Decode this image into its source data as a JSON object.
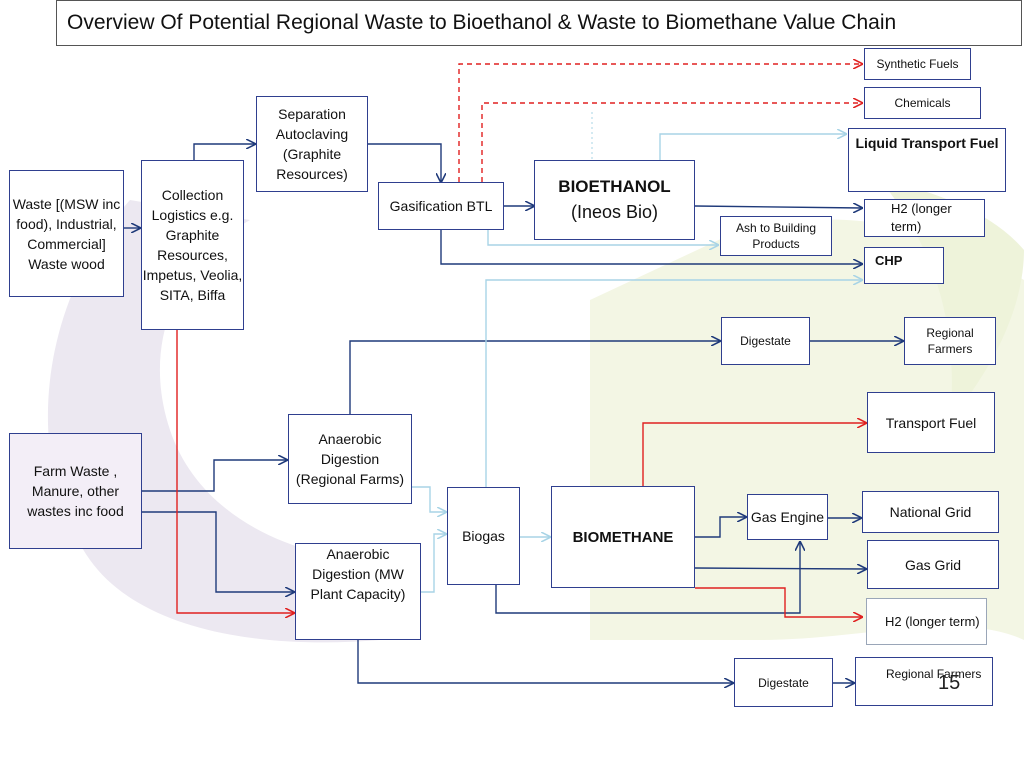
{
  "title": "Overview Of Potential Regional Waste to Bioethanol & Waste to Biomethane Value Chain",
  "nodes": {
    "waste": "Waste [(MSW inc food), Industrial, Commercial] Waste wood",
    "collection": "Collection Logistics e.g. Graphite Resources, Impetus, Veolia, SITA, Biffa",
    "separation": "Separation Autoclaving (Graphite Resources)",
    "gasification": "Gasification BTL",
    "bioethanol_title": "BIOETHANOL",
    "bioethanol_sub": "(Ineos Bio)",
    "synthetic_fuels": "Synthetic Fuels",
    "chemicals": "Chemicals",
    "liquid_transport": "Liquid Transport Fuel",
    "ash": "Ash to Building Products",
    "h2_top": "H2 (longer term)",
    "chp": "CHP",
    "digestate_top": "Digestate",
    "regional_farmers_top": "Regional Farmers",
    "farm_waste": "Farm Waste , Manure, other wastes inc food",
    "ad_regional": "Anaerobic Digestion (Regional Farms)",
    "ad_mw": "Anaerobic Digestion (MW Plant Capacity)",
    "biogas": "Biogas",
    "biomethane": "BIOMETHANE",
    "transport_fuel": "Transport Fuel",
    "gas_engine": "Gas Engine",
    "national_grid": "National Grid",
    "gas_grid": "Gas Grid",
    "h2_bottom": "H2 (longer term)",
    "digestate_bottom": "Digestate",
    "regional_farmers_bottom": "Regional Farmers"
  },
  "slide_number": "15",
  "colors": {
    "flow": "#1f3a7a",
    "red_flow": "#e02020",
    "light_flow": "#a8d4e6",
    "box_border": "#2f3f8f",
    "farm_fill": "#f3eef7"
  }
}
